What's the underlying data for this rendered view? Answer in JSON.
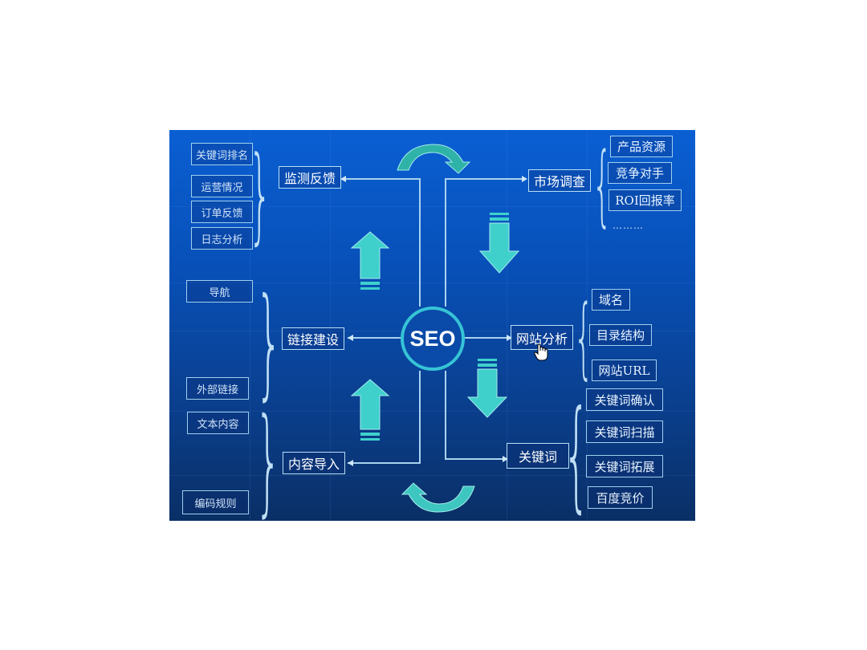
{
  "center": {
    "label": "SEO"
  },
  "nodes": {
    "monitor_feedback": "监测反馈",
    "market_research": "市场调查",
    "link_building": "链接建设",
    "site_analysis": "网站分析",
    "content_import": "内容导入",
    "keywords": "关键词"
  },
  "monitor_feedback_items": [
    "关键词排名",
    "运营情况",
    "订单反馈",
    "日志分析"
  ],
  "market_research_items": [
    "产品资源",
    "竞争对手",
    "ROI回报率"
  ],
  "market_research_more": "………",
  "link_building_items": [
    "导航",
    "外部链接"
  ],
  "site_analysis_items": [
    "域名",
    "目录结构",
    "网站URL"
  ],
  "content_import_items": [
    "文本内容",
    "编码规则"
  ],
  "keyword_items": [
    "关键词确认",
    "关键词扫描",
    "关键词拓展",
    "百度竞价"
  ],
  "colors": {
    "background_top": "#0a5fd3",
    "background_bottom": "#0a2f66",
    "accent_teal": "#3fd0cc",
    "line": "#a9d2ee",
    "circle_ring": "#36c4d6"
  },
  "cursor": "hand-pointer"
}
